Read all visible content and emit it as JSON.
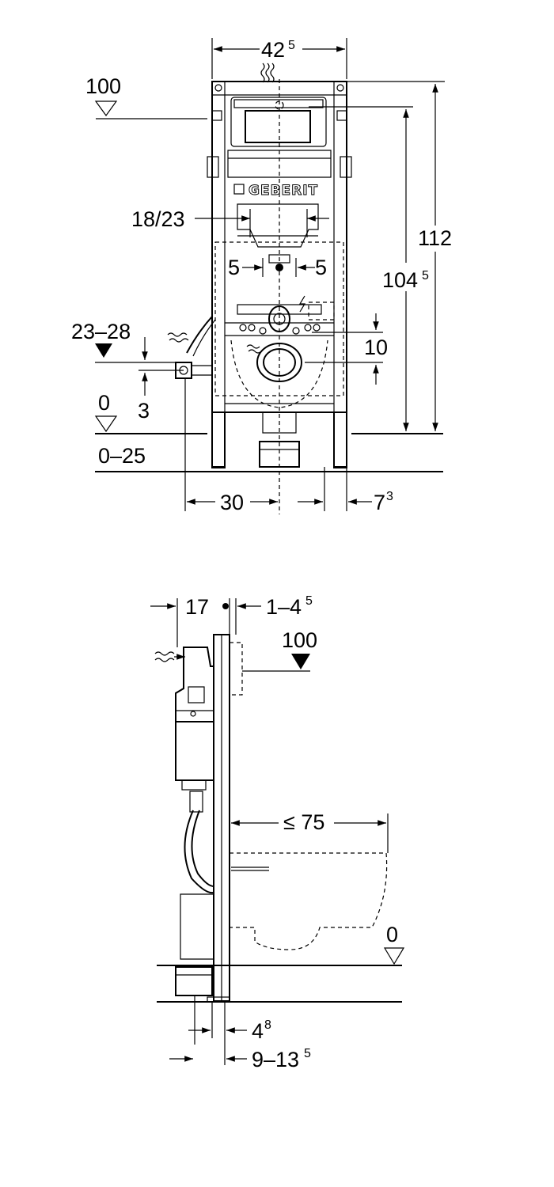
{
  "front_view": {
    "brand_label": "GEBERIT",
    "dim_width": {
      "main": "42",
      "sup": "5"
    },
    "dim_height_total": "112",
    "dim_height_inner": {
      "main": "104",
      "sup": "5"
    },
    "level_top": "100",
    "dim_flush_plate": "18/23",
    "dim_left_5": "5",
    "dim_right_5": "5",
    "dim_supply_height": "23–28",
    "dim_supply_3": "3",
    "dim_10": "10",
    "level_floor": "0",
    "dim_floor_range": "0–25",
    "dim_bottom_30": "30",
    "dim_bottom_7": {
      "main": "7",
      "sup": "3"
    }
  },
  "side_view": {
    "dim_17": "17",
    "dim_1_4": {
      "main": "1–4",
      "sup": "5"
    },
    "level_top": "100",
    "dim_75": "≤ 75",
    "level_floor": "0",
    "dim_4": {
      "main": "4",
      "sup": "8"
    },
    "dim_9_13": {
      "main": "9–13",
      "sup": "5"
    }
  }
}
